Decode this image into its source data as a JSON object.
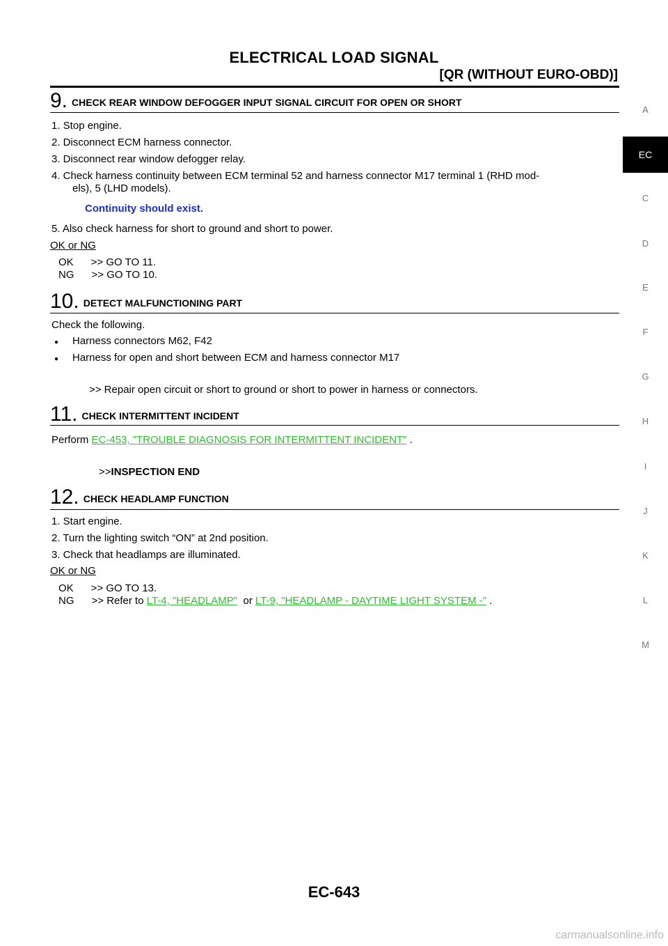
{
  "header": {
    "title": "ELECTRICAL LOAD SIGNAL",
    "subtitle": "[QR (WITHOUT EURO-OBD)]"
  },
  "side_tabs": [
    "A",
    "EC",
    "C",
    "D",
    "E",
    "F",
    "G",
    "H",
    "I",
    "J",
    "K",
    "L",
    "M"
  ],
  "active_tab": "EC",
  "step9": {
    "num": "9.",
    "title": "CHECK REAR WINDOW DEFOGGER INPUT SIGNAL CIRCUIT FOR OPEN OR SHORT",
    "l1": "1.  Stop engine.",
    "l2": "2.  Disconnect ECM harness connector.",
    "l3": "3.  Disconnect rear window defogger relay.",
    "l4a": "4.  Check harness continuity between ECM terminal 52 and harness connector M17 terminal 1 (RHD mod-",
    "l4b": "els), 5 (LHD models).",
    "spec": "Continuity should exist.",
    "l5": "5.  Also check harness for short to ground and short to power.",
    "okng": "OK or NG",
    "ok": "OK      >> GO TO 11.",
    "ng": "NG      >> GO TO 10."
  },
  "step10": {
    "num": "10.",
    "title": "DETECT MALFUNCTIONING PART",
    "intro": "Check the following.",
    "b1": "Harness connectors M62, F42",
    "b2": "Harness for open and short between ECM and harness connector M17",
    "action": ">> Repair open circuit or short to ground or short to power in harness or connectors."
  },
  "step11": {
    "num": "11.",
    "title": "CHECK INTERMITTENT INCIDENT",
    "perform": "Perform ",
    "link": "EC-453, \"TROUBLE DIAGNOSIS FOR INTERMITTENT INCIDENT\"",
    "period": " .",
    "arrow": ">>",
    "end": "INSPECTION END"
  },
  "step12": {
    "num": "12.",
    "title": "CHECK HEADLAMP FUNCTION",
    "l1": "1.  Start engine.",
    "l2": "2.  Turn the lighting switch “ON” at 2nd position.",
    "l3": "3.  Check that headlamps are illuminated.",
    "okng": "OK or NG",
    "ok": "OK      >> GO TO 13.",
    "ng_prefix": "NG      >> Refer to ",
    "link1": "LT-4, \"HEADLAMP\"",
    "or": "  or ",
    "link2": "LT-9, \"HEADLAMP - DAYTIME LIGHT SYSTEM -\"",
    "period": " ."
  },
  "footer": {
    "page_number": "EC-643",
    "watermark": "carmanualsonline.info"
  }
}
